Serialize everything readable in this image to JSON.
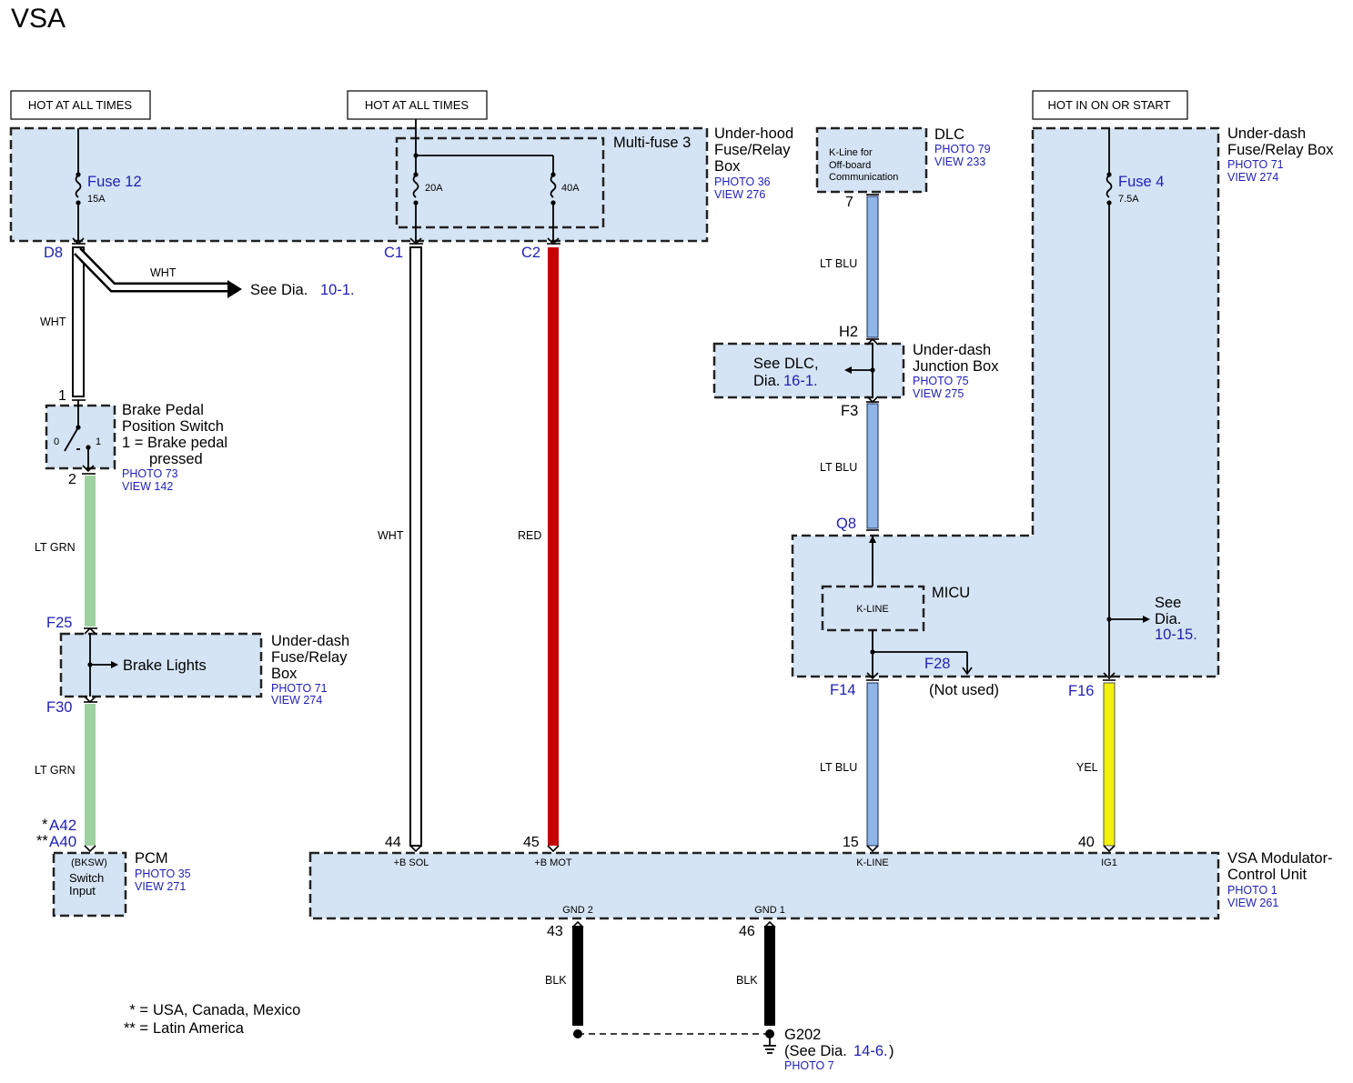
{
  "title": "VSA",
  "colors": {
    "box_fill": "#d4e4f4",
    "ref_blue": "#1f1fb4",
    "wire_white": "#ffffff",
    "wire_red": "#c40000",
    "wire_lt_blue": "#8fb6e6",
    "wire_lt_green": "#9fd09f",
    "wire_yellow": "#f2f20a",
    "wire_black": "#000000"
  },
  "power_labels": {
    "left": "HOT AT ALL TIMES",
    "middle": "HOT AT ALL TIMES",
    "right": "HOT IN ON OR START"
  },
  "underhood_box": {
    "name_line1": "Under-hood",
    "name_line2": "Fuse/Relay",
    "name_line3": "Box",
    "photo": "PHOTO 36",
    "view": "VIEW 276",
    "fuse12_name": "Fuse 12",
    "fuse12_rating": "15A",
    "multifuse_name": "Multi-fuse 3",
    "mf_rating_a": "20A",
    "mf_rating_b": "40A",
    "pin_d8": "D8",
    "pin_c1": "C1",
    "pin_c2": "C2"
  },
  "see_dia_10_1": {
    "prefix": "See Dia.",
    "ref": "10-1."
  },
  "brake_switch": {
    "pin_top": "1",
    "pin_bottom": "2",
    "line1": "Brake Pedal",
    "line2": "Position Switch",
    "line3": "1 = Brake pedal",
    "line4": "pressed",
    "state_0": "0",
    "state_1": "1",
    "photo": "PHOTO 73",
    "view": "VIEW 142"
  },
  "underdash_left_box": {
    "pin_top": "F25",
    "pin_bottom": "F30",
    "content": "Brake Lights",
    "line1": "Under-dash",
    "line2": "Fuse/Relay",
    "line3": "Box",
    "photo": "PHOTO 71",
    "view": "VIEW 274"
  },
  "pcm": {
    "pin_usa": "A42",
    "pin_latin": "A40",
    "pin_usa_mark": "*",
    "pin_latin_mark": "**",
    "name": "PCM",
    "photo": "PHOTO 35",
    "view": "VIEW 271",
    "inner_line1": "(BKSW)",
    "inner_line2": "Switch",
    "inner_line3": "Input"
  },
  "dlc": {
    "name": "DLC",
    "photo": "PHOTO 79",
    "view": "VIEW 233",
    "inner_line1": "K-Line for",
    "inner_line2": "Off-board",
    "inner_line3": "Communication",
    "pin": "7"
  },
  "junction_box": {
    "pin_top": "H2",
    "pin_bottom": "F3",
    "see_line1": "See DLC,",
    "see_line2_prefix": "Dia.",
    "see_ref": "16-1.",
    "line1": "Under-dash",
    "line2": "Junction Box",
    "photo": "PHOTO 75",
    "view": "VIEW 275"
  },
  "underdash_right_box": {
    "line1": "Under-dash",
    "line2": "Fuse/Relay Box",
    "photo": "PHOTO 71",
    "view": "VIEW 274",
    "fuse4_name": "Fuse 4",
    "fuse4_rating": "7.5A",
    "pin_q8": "Q8",
    "micu_name": "MICU",
    "micu_inner": "K-LINE",
    "pin_f28": "F28",
    "not_used": "(Not used)",
    "pin_f14": "F14",
    "pin_f16": "F16",
    "see_line1": "See",
    "see_line2": "Dia.",
    "see_ref": "10-15."
  },
  "wires": {
    "wht_branch": "WHT",
    "wht_d8": "WHT",
    "lt_grn_1": "LT GRN",
    "lt_grn_2": "LT GRN",
    "wht_c1": "WHT",
    "red_c2": "RED",
    "lt_blu_1": "LT BLU",
    "lt_blu_2": "LT BLU",
    "lt_blu_3": "LT BLU",
    "yel": "YEL",
    "blk_1": "BLK",
    "blk_2": "BLK"
  },
  "vsa_unit": {
    "line1": "VSA Modulator-",
    "line2": "Control Unit",
    "photo": "PHOTO 1",
    "view": "VIEW 261",
    "pin_44": "44",
    "pin_45": "45",
    "pin_15": "15",
    "pin_40": "40",
    "term_44": "+B SOL",
    "term_45": "+B MOT",
    "term_15": "K-LINE",
    "term_40": "IG1",
    "gnd2": "GND 2",
    "gnd1": "GND 1",
    "pin_43": "43",
    "pin_46": "46"
  },
  "ground": {
    "name": "G202",
    "see_prefix": "(See Dia.",
    "see_ref": "14-6.",
    "see_suffix": ")",
    "photo": "PHOTO 7"
  },
  "legend": {
    "star1_mark": "* =",
    "star1_text": "USA, Canada, Mexico",
    "star2_mark": "** =",
    "star2_text": "Latin America"
  }
}
